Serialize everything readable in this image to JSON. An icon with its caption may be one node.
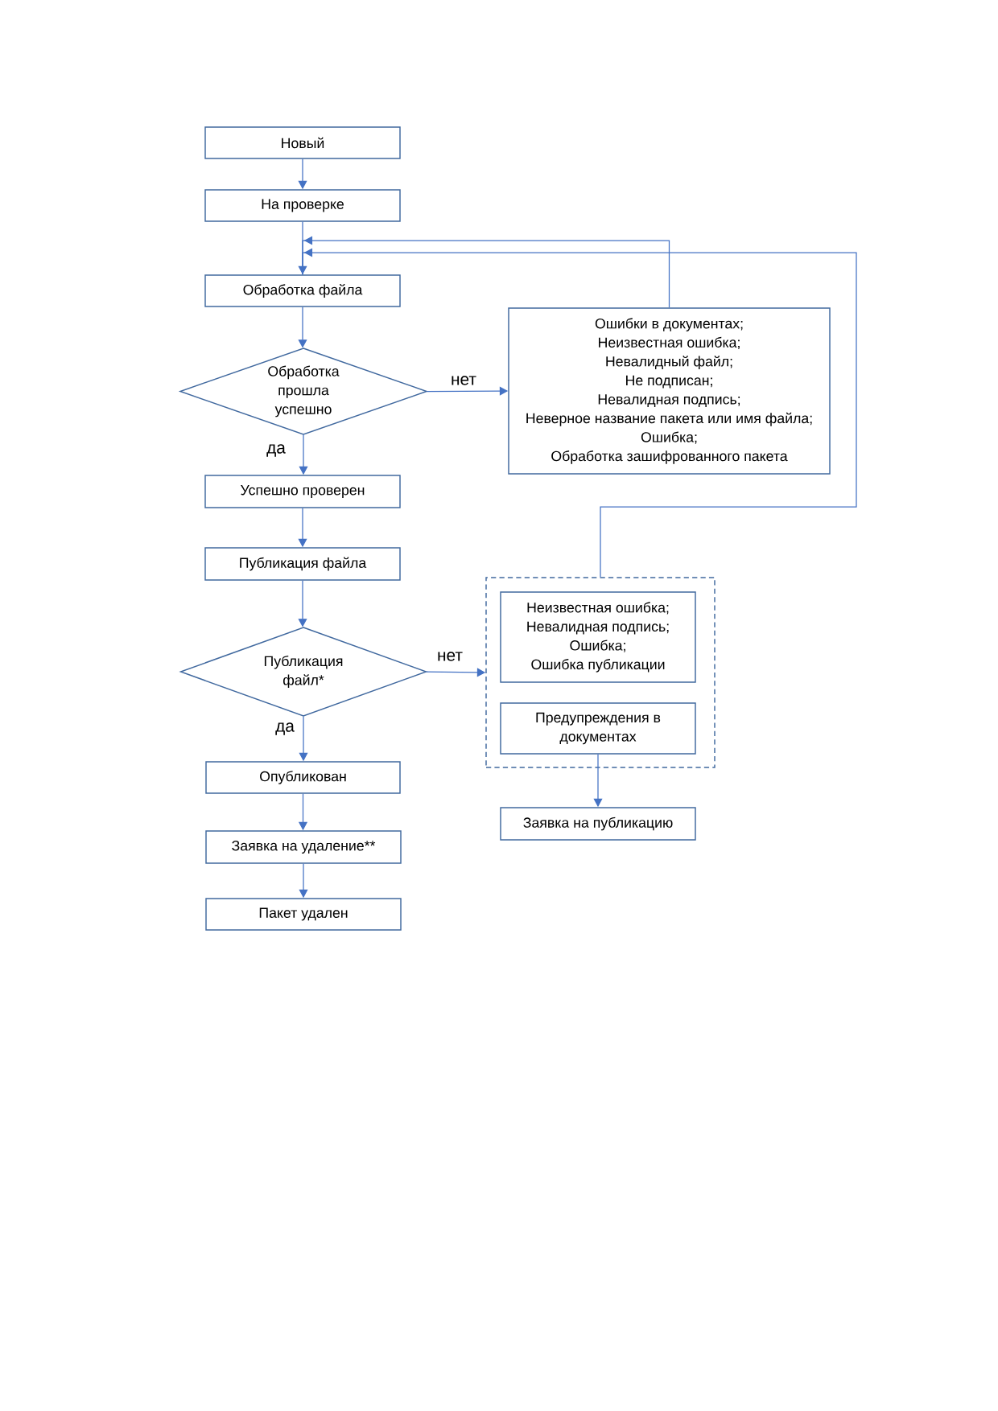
{
  "diagram": {
    "nodes": [
      {
        "text": [
          "Новый"
        ]
      },
      {
        "text": [
          "На проверке"
        ]
      },
      {
        "text": [
          "Обработка файла"
        ]
      },
      {
        "text": [
          "Обработка прошла успешно"
        ]
      },
      {
        "text": [
          "Ошибки в документах;",
          "Неизвестная ошибка;",
          "Невалидный файл;",
          "Не подписан;",
          "Невалидная подпись;",
          "Неверное название пакета или имя файла;",
          "Ошибка;",
          "Обработка зашифрованного пакета"
        ]
      },
      {
        "text": [
          "Успешно проверен"
        ]
      },
      {
        "text": [
          "Публикация файла"
        ]
      },
      {
        "text": [
          "Публикация файл*"
        ]
      },
      {
        "text": [],
        "shape": "box"
      },
      {
        "text": [
          "Неизвестная ошибка;",
          "Невалидная подпись;",
          "Ошибка;",
          "Ошибка публикации"
        ],
        "in": 8
      },
      {
        "text": [
          "Предупреждения в документах"
        ],
        "in": 8
      },
      {
        "text": [
          "Опубликован"
        ]
      },
      {
        "text": [
          "Заявка на публикацию"
        ]
      },
      {
        "text": [
          "Заявка на удаление**"
        ]
      },
      {
        "text": [
          "Пакет удален"
        ]
      }
    ],
    "edges": [
      {
        "from": 0,
        "to": 1,
        "arrow": "to"
      },
      {
        "from": 1,
        "to": 2,
        "arrow": "to"
      },
      {
        "from": 2,
        "to": 3,
        "arrow": "to"
      },
      {
        "from": 3,
        "to": 4,
        "arrow": "to",
        "label": "нет"
      },
      {
        "from": 3,
        "to": 5,
        "arrow": "to",
        "label": "да"
      },
      {
        "from": 4,
        "to": 2,
        "arrow": "to"
      },
      {
        "from": 5,
        "to": 6,
        "arrow": "to"
      },
      {
        "from": 6,
        "to": 7,
        "arrow": "to"
      },
      {
        "from": 7,
        "to": 8,
        "arrow": "to",
        "label": "нет"
      },
      {
        "from": 7,
        "to": 11,
        "arrow": "to",
        "label": "да"
      },
      {
        "from": 8,
        "to": 2,
        "arrow": "to"
      },
      {
        "from": 10,
        "to": 12,
        "arrow": "to"
      },
      {
        "from": 11,
        "to": 13,
        "arrow": "to"
      },
      {
        "from": 13,
        "to": 14,
        "arrow": "to"
      }
    ]
  }
}
